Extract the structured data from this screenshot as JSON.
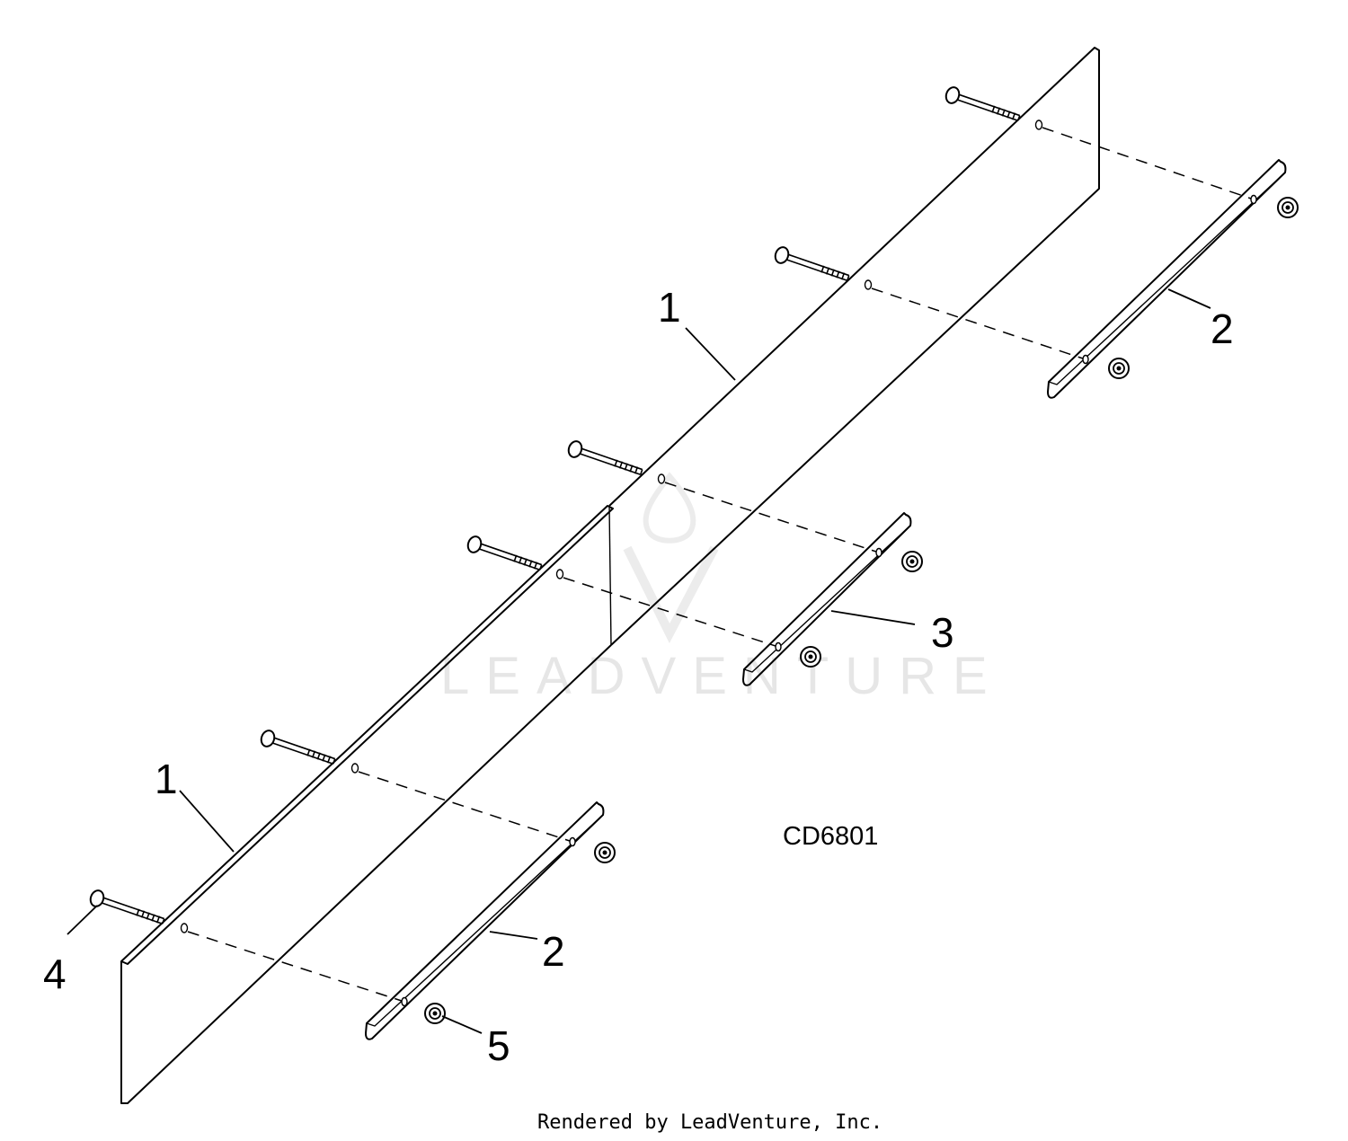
{
  "diagram": {
    "drawing_code": "CD6801",
    "footer": "Rendered by LeadVenture, Inc.",
    "watermark": "LEADVENTURE",
    "callouts": {
      "part1_upper": "1",
      "part1_lower": "1",
      "part2_upper": "2",
      "part2_lower": "2",
      "part3": "3",
      "part4": "4",
      "part5": "5"
    },
    "line_color": "#000000",
    "background": "#ffffff"
  }
}
